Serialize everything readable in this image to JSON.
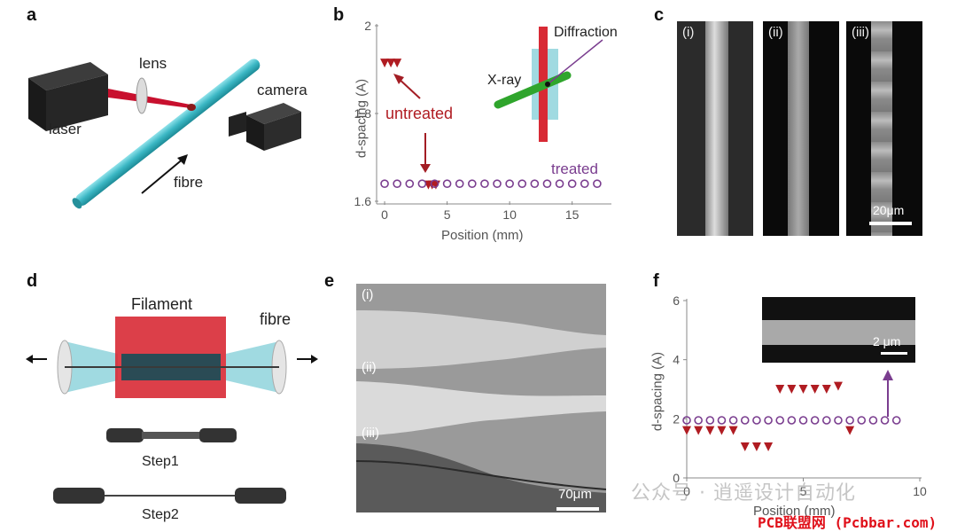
{
  "panels": {
    "a": {
      "label": "a",
      "lens": "lens",
      "camera": "camera",
      "laser": "laser",
      "fibre": "fibre"
    },
    "b": {
      "label": "b",
      "ylabel": "d-spacing (A)",
      "xlabel": "Position (mm)",
      "yticks": [
        "1.6",
        "1.8",
        "2"
      ],
      "xticks": [
        "0",
        "5",
        "10",
        "15"
      ],
      "untreated": "untreated",
      "treated": "treated",
      "inset_xray": "X-ray",
      "inset_diffraction": "Diffraction"
    },
    "c": {
      "label": "c",
      "sub": [
        "(i)",
        "(ii)",
        "(iii)"
      ],
      "scalebar": "20μm"
    },
    "d": {
      "label": "d",
      "filament": "Filament",
      "fibre": "fibre",
      "step1": "Step1",
      "step2": "Step2"
    },
    "e": {
      "label": "e",
      "sub": [
        "(i)",
        "(ii)",
        "(iii)"
      ],
      "scalebar": "70μm"
    },
    "f": {
      "label": "f",
      "ylabel": "d-spacing (A)",
      "xlabel": "Position (mm)",
      "yticks": [
        "0",
        "2",
        "4",
        "6"
      ],
      "xticks": [
        "0",
        "5",
        "10"
      ],
      "inset_scalebar": "2 μm"
    }
  },
  "watermark": {
    "text": "公众号 · 逍遥设计自动化",
    "site": "PCB联盟网 (Pcbbar.com)"
  },
  "colors": {
    "untreated": "#b01c22",
    "treated": "#7a3d8f",
    "laser_red": "#c8102e",
    "fibre_cyan": "#4cc3cf"
  },
  "chart_data": [
    {
      "type": "scatter",
      "panel": "b",
      "xlabel": "Position (mm)",
      "ylabel": "d-spacing (A)",
      "xlim": [
        -0.5,
        18
      ],
      "ylim": [
        1.6,
        2.0
      ],
      "series": [
        {
          "name": "untreated",
          "marker": "triangle-down",
          "x": [
            0,
            0.5,
            1.0,
            3.5,
            3.8,
            4.1
          ],
          "y": [
            1.915,
            1.915,
            1.915,
            1.637,
            1.637,
            1.637
          ]
        },
        {
          "name": "treated",
          "marker": "circle-open",
          "x": [
            0,
            1,
            2,
            3,
            4,
            5,
            6,
            7,
            8,
            9,
            10,
            11,
            12,
            13,
            14,
            15,
            16,
            17
          ],
          "y": [
            1.64,
            1.64,
            1.64,
            1.64,
            1.64,
            1.64,
            1.64,
            1.64,
            1.64,
            1.64,
            1.64,
            1.64,
            1.64,
            1.64,
            1.64,
            1.64,
            1.64,
            1.64
          ]
        }
      ]
    },
    {
      "type": "scatter",
      "panel": "f",
      "xlabel": "Position (mm)",
      "ylabel": "d-spacing (A)",
      "xlim": [
        0,
        10
      ],
      "ylim": [
        0,
        6
      ],
      "series": [
        {
          "name": "untreated",
          "marker": "triangle-down",
          "x": [
            0,
            0.5,
            1,
            1.5,
            2,
            2.5,
            3,
            3.5,
            4,
            4.5,
            5,
            5.5,
            6,
            6.5,
            7
          ],
          "y": [
            1.6,
            1.6,
            1.6,
            1.6,
            1.6,
            1.05,
            1.05,
            1.05,
            3.0,
            3.0,
            3.0,
            3.0,
            3.0,
            3.1,
            1.6
          ]
        },
        {
          "name": "treated",
          "marker": "circle-open",
          "x": [
            0,
            0.5,
            1,
            1.5,
            2,
            2.5,
            3,
            3.5,
            4,
            4.5,
            5,
            5.5,
            6,
            6.5,
            7,
            7.5,
            8,
            8.5,
            9
          ],
          "y": [
            1.95,
            1.95,
            1.95,
            1.95,
            1.95,
            1.95,
            1.95,
            1.95,
            1.95,
            1.95,
            1.95,
            1.95,
            1.95,
            1.95,
            1.95,
            1.95,
            1.95,
            1.95,
            1.95
          ]
        }
      ]
    }
  ]
}
